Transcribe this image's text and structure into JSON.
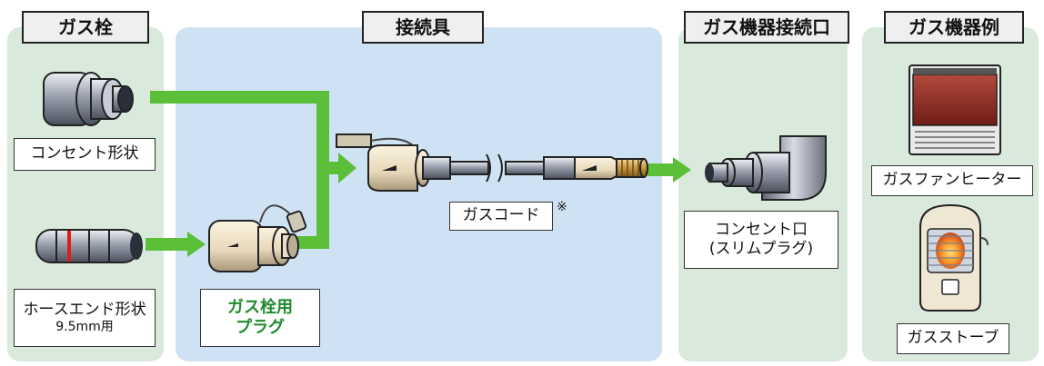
{
  "headers": {
    "gas_tap": "ガス栓",
    "connector": "接続具",
    "appliance_inlet": "ガス機器接続口",
    "appliance_example": "ガス機器例"
  },
  "labels": {
    "concent_shape": "コンセント形状",
    "hose_end_line1": "ホースエンド形状",
    "hose_end_line2": "9.5mm用",
    "plug_line1": "ガス栓用",
    "plug_line2": "プラグ",
    "gas_cord": "ガスコード",
    "gas_cord_note": "※",
    "concent_port_line1": "コンセント口",
    "concent_port_line2": "(スリムプラグ)",
    "fan_heater": "ガスファンヒーター",
    "gas_stove": "ガスストーブ"
  },
  "colors": {
    "panel_green": "#d9eadc",
    "panel_blue": "#cfe2f3",
    "arrow_green": "#5bbf3a",
    "plug_text_green": "#1f8a2e"
  }
}
